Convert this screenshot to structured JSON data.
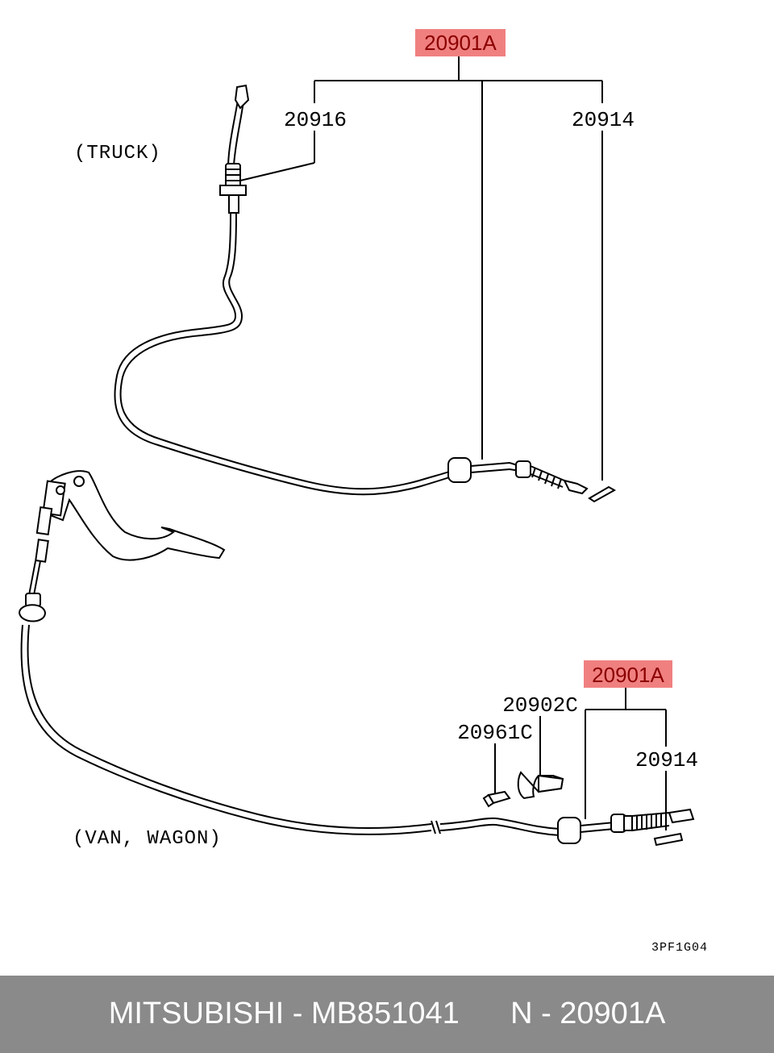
{
  "labels": {
    "top_assembly": "20901A",
    "top_left_part": "20916",
    "top_right_part": "20914",
    "truck": "(TRUCK)",
    "bottom_assembly": "20901A",
    "bottom_clip": "20902C",
    "bottom_bolt": "20961C",
    "bottom_right_part": "20914",
    "van_wagon": "(VAN, WAGON)",
    "figure_code": "3PF1G04"
  },
  "colors": {
    "highlight_fill": "#f08080",
    "highlight_text": "#8b0000",
    "footer_bg": "#8a8a8a",
    "footer_text": "#ffffff"
  },
  "footer": {
    "text": "MITSUBISHI - MB851041      N - 20901A"
  }
}
